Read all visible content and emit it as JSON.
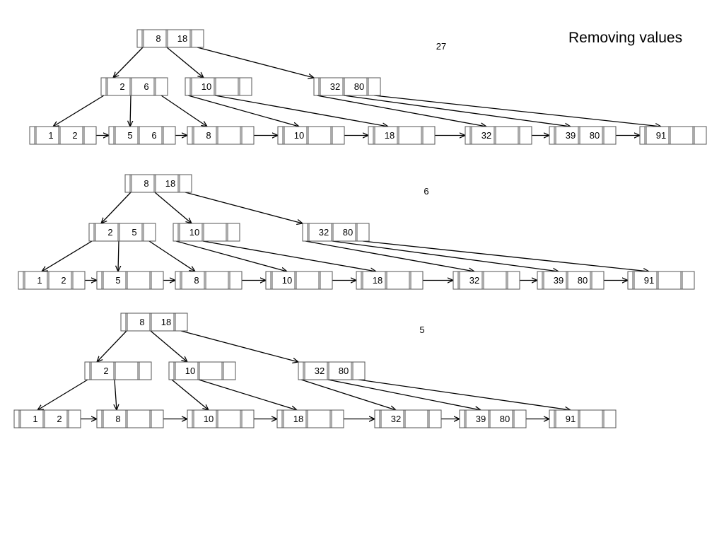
{
  "title": "Removing values",
  "trees": [
    {
      "removed": "27",
      "root": [
        "8",
        "18"
      ],
      "internal": [
        [
          "2",
          "6"
        ],
        [
          "10",
          ""
        ],
        [
          "32",
          "80"
        ]
      ],
      "leaves": [
        [
          "1",
          "2"
        ],
        [
          "5",
          "6"
        ],
        [
          "8",
          ""
        ],
        [
          "10",
          ""
        ],
        [
          "18",
          ""
        ],
        [
          "32",
          ""
        ],
        [
          "39",
          "80"
        ],
        [
          "91",
          ""
        ]
      ],
      "internal_children": [
        [
          0,
          1,
          2
        ],
        [
          3,
          4
        ],
        [
          5,
          6,
          7
        ]
      ]
    },
    {
      "removed": "6",
      "root": [
        "8",
        "18"
      ],
      "internal": [
        [
          "2",
          "5"
        ],
        [
          "10",
          ""
        ],
        [
          "32",
          "80"
        ]
      ],
      "leaves": [
        [
          "1",
          "2"
        ],
        [
          "5",
          ""
        ],
        [
          "8",
          ""
        ],
        [
          "10",
          ""
        ],
        [
          "18",
          ""
        ],
        [
          "32",
          ""
        ],
        [
          "39",
          "80"
        ],
        [
          "91",
          ""
        ]
      ],
      "internal_children": [
        [
          0,
          1,
          2
        ],
        [
          3,
          4
        ],
        [
          5,
          6,
          7
        ]
      ]
    },
    {
      "removed": "5",
      "root": [
        "8",
        "18"
      ],
      "internal": [
        [
          "2",
          ""
        ],
        [
          "10",
          ""
        ],
        [
          "32",
          "80"
        ]
      ],
      "leaves": [
        [
          "1",
          "2"
        ],
        [
          "8",
          ""
        ],
        [
          "10",
          ""
        ],
        [
          "18",
          ""
        ],
        [
          "32",
          ""
        ],
        [
          "39",
          "80"
        ],
        [
          "91",
          ""
        ]
      ],
      "internal_children": [
        [
          0,
          1
        ],
        [
          2,
          3
        ],
        [
          4,
          5,
          6
        ]
      ]
    }
  ]
}
